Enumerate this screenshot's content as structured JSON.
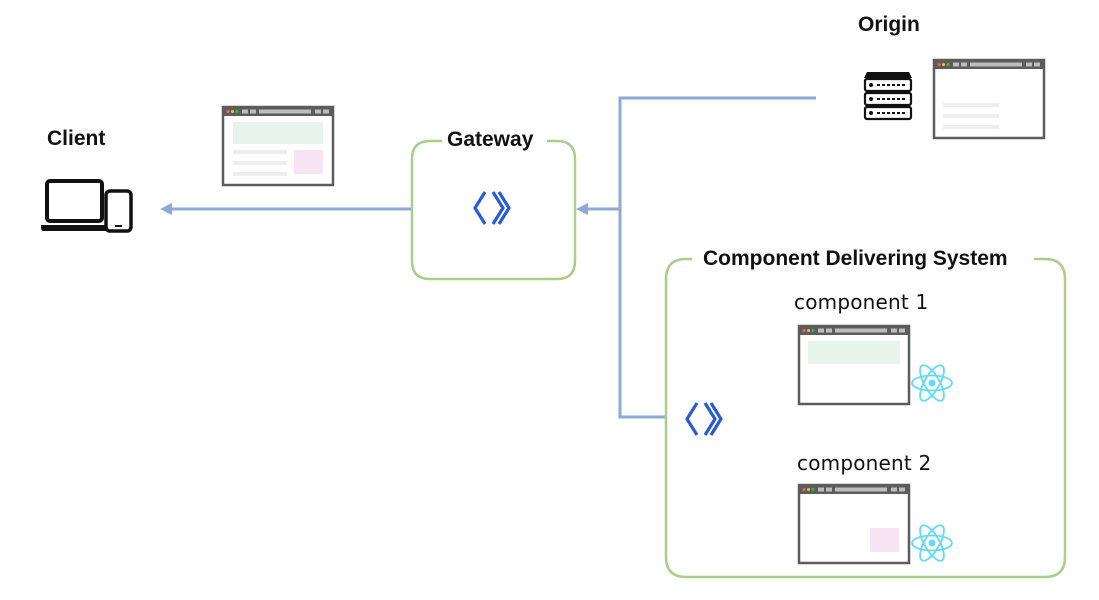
{
  "labels": {
    "origin": "Origin",
    "client": "Client",
    "gateway": "Gateway",
    "cds": "Component Delivering System",
    "component1": "component 1",
    "component2": "component 2"
  },
  "colors": {
    "connector": "#90a8d6",
    "group_border": "#a9cf8b",
    "brand_icon": "#2a5bd7",
    "react_icon": "#61dafb",
    "window_frame": "#5c5c5c",
    "header_highlight": "#e6f4ec",
    "aside_highlight": "#f6e4f5"
  },
  "icons": {
    "client": [
      "laptop-icon",
      "tablet-icon"
    ],
    "gateway": "brand-chevron-icon",
    "origin": "server-rack-icon",
    "components": "react-icon"
  }
}
